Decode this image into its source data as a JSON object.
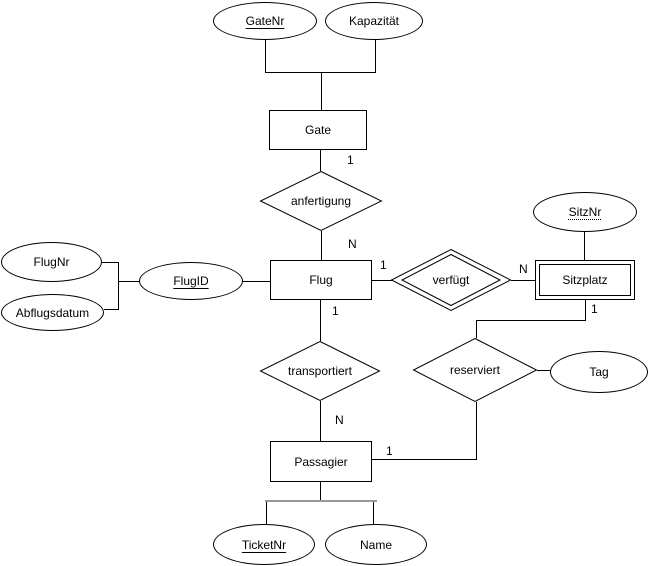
{
  "colors": {
    "stroke": "#000000",
    "fill": "#ffffff",
    "bracket": "#999999"
  },
  "entities": {
    "gate": {
      "label": "Gate"
    },
    "flug": {
      "label": "Flug"
    },
    "sitzplatz": {
      "label": "Sitzplatz",
      "weak": true
    },
    "passagier": {
      "label": "Passagier"
    }
  },
  "relationships": {
    "anfertigung": {
      "label": "anfertigung"
    },
    "verfuegt": {
      "label": "verfügt",
      "identifying": true
    },
    "transportiert": {
      "label": "transportiert"
    },
    "reserviert": {
      "label": "reserviert"
    }
  },
  "attributes": {
    "gatenr": {
      "label": "GateNr",
      "key": "primary"
    },
    "kapazitaet": {
      "label": "Kapazität"
    },
    "sitznr": {
      "label": "SitzNr",
      "key": "partial"
    },
    "flugnr": {
      "label": "FlugNr"
    },
    "abflugsdatum": {
      "label": "Abflugsdatum"
    },
    "flugid": {
      "label": "FlugID",
      "key": "primary"
    },
    "tag": {
      "label": "Tag"
    },
    "ticketnr": {
      "label": "TicketNr",
      "key": "primary"
    },
    "name": {
      "label": "Name"
    }
  },
  "cardinalities": {
    "gate_anfertigung": "1",
    "anfertigung_flug": "N",
    "flug_verfuegt": "1",
    "verfuegt_sitzplatz": "N",
    "flug_transportiert": "1",
    "transportiert_passagier": "N",
    "sitzplatz_reserviert": "1",
    "reserviert_passagier": "1"
  }
}
